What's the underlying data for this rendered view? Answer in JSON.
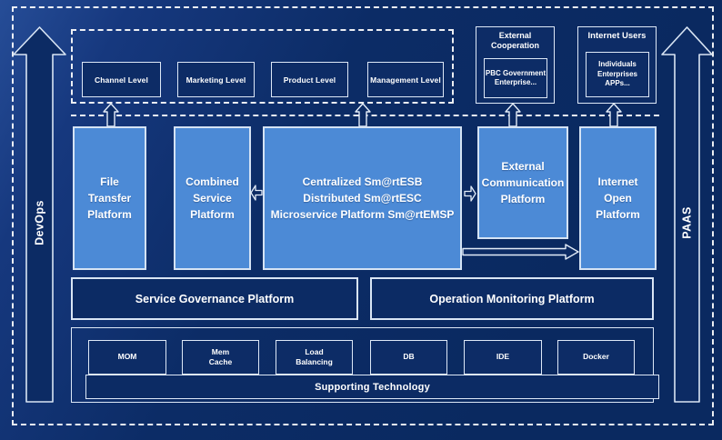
{
  "diagram": {
    "rails": {
      "left_label": "DevOps",
      "right_label": "PAAS"
    },
    "levels": {
      "items": [
        "Channel Level",
        "Marketing Level",
        "Product Level",
        "Management Level"
      ]
    },
    "external_cooperation": {
      "title": "External\nCooperation",
      "inner": "PBC Government\nEnterprise..."
    },
    "internet_users": {
      "title": "Internet Users",
      "inner": "Individuals\nEnterprises\nAPPs..."
    },
    "platforms": {
      "file_transfer": "File\nTransfer\nPlatform",
      "combined_service": "Combined\nService\nPlatform",
      "esb": "Centralized Sm@rtESB\nDistributed Sm@rtESC\nMicroservice Platform Sm@rtEMSP",
      "external_communication": "External\nCommunication\nPlatform",
      "internet_open": "Internet\nOpen\nPlatform"
    },
    "governance": {
      "service": "Service Governance Platform",
      "operation": "Operation Monitoring Platform"
    },
    "technology": {
      "items": [
        "MOM",
        "Mem\nCache",
        "Load\nBalancing",
        "DB",
        "IDE",
        "Docker"
      ],
      "bar": "Supporting Technology"
    },
    "colors": {
      "background": "#0b2a62",
      "platform_blue": "#4c8ad6",
      "box_navy": "#0c2b64",
      "border_light": "#d9e5f4",
      "dash_white": "#ffffff"
    }
  }
}
